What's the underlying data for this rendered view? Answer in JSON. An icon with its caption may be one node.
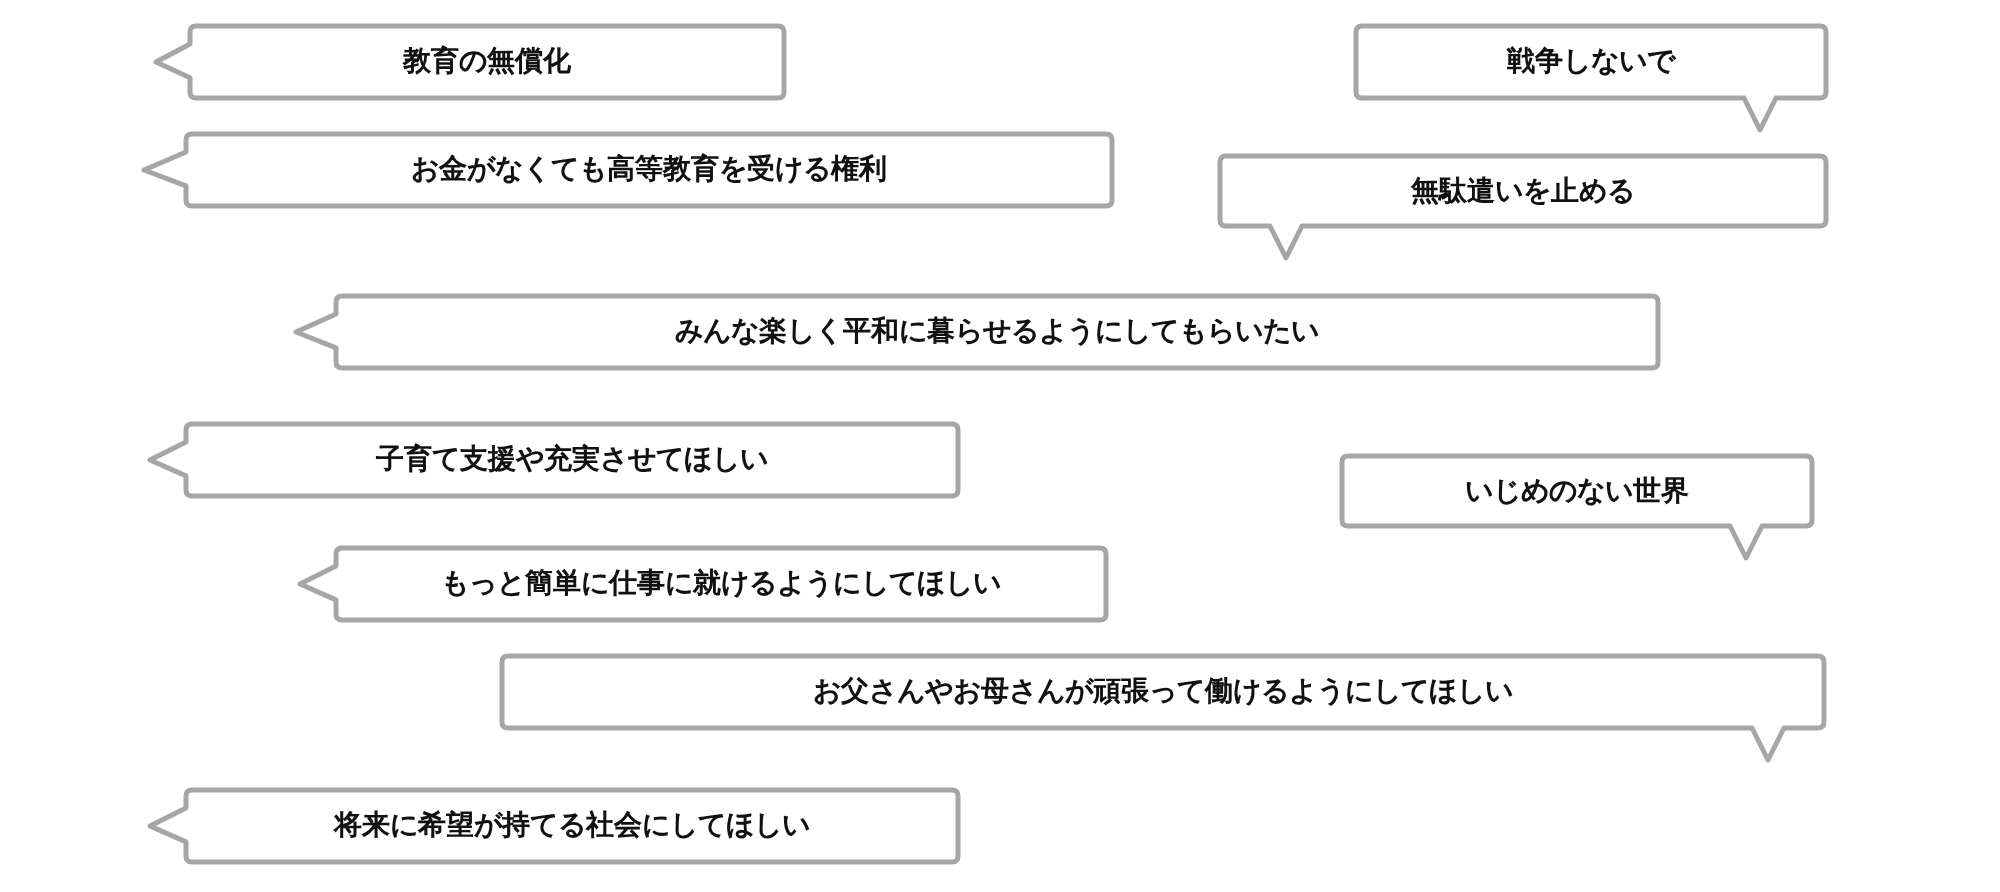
{
  "diagram": {
    "nodes": [
      {
        "text": [
          "教育の無償化"
        ]
      },
      {
        "text": [
          "戦争しないで"
        ]
      },
      {
        "text": [
          "お金がなくても高等教育を受ける権利"
        ]
      },
      {
        "text": [
          "無駄遣いを止める"
        ]
      },
      {
        "text": [
          "みんな楽しく平和に暮らせるようにしてもらいたい"
        ]
      },
      {
        "text": [
          "子育て支援や充実させてほしい"
        ]
      },
      {
        "text": [
          "いじめのない世界"
        ]
      },
      {
        "text": [
          "もっと簡単に仕事に就けるようにしてほしい"
        ]
      },
      {
        "text": [
          "お父さんやお母さんが頑張って働けるようにしてほしい"
        ]
      },
      {
        "text": [
          "将来に希望が持てる社会にしてほしい"
        ]
      }
    ]
  }
}
